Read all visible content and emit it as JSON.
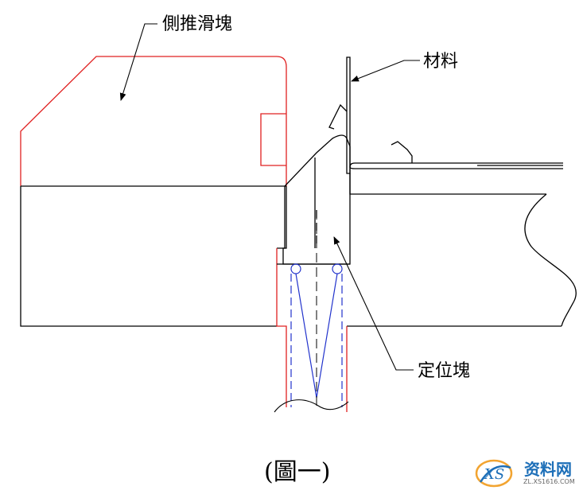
{
  "labels": {
    "side_slider": "側推滑塊",
    "material": "材料",
    "locator": "定位塊"
  },
  "caption": "(圖一)",
  "watermark": {
    "logo_text": "XS",
    "site_name": "资料网",
    "url": "ZL.XS1616.COM"
  },
  "colors": {
    "outline": "#000000",
    "slider": "#e02020",
    "spring": "#2233cc",
    "watermark": "#1d6fb8"
  }
}
